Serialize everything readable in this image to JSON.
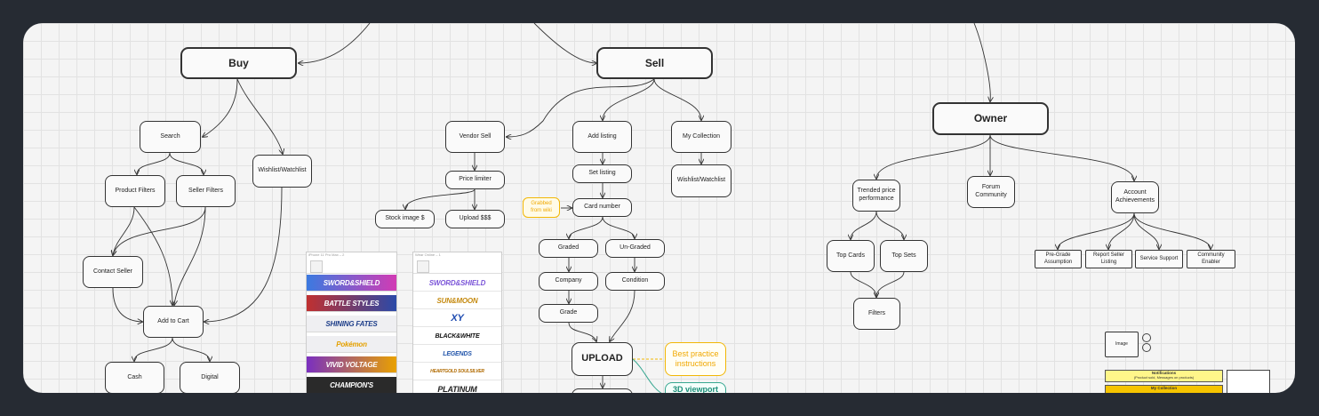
{
  "nodes": {
    "buy": "Buy",
    "sell": "Sell",
    "owner": "Owner",
    "search": "Search",
    "product_filters": "Product Filters",
    "seller_filters": "Seller Filters",
    "wishlist_buy": "Wishlist/Watchlist",
    "contact_seller": "Contact Seller",
    "add_to_cart": "Add to Cart",
    "cash": "Cash",
    "digital": "Digital",
    "vendor_sell": "Vendor Sell",
    "price_limiter": "Price limiter",
    "stock_image": "Stock image $",
    "upload_sss": "Upload $$$",
    "add_listing": "Add listing",
    "set_listing": "Set listing",
    "card_number": "Card number",
    "grabbed": "Grabbed from wiki",
    "graded": "Graded",
    "un_graded": "Un-Graded",
    "company": "Company",
    "condition": "Condition",
    "grade": "Grade",
    "upload": "UPLOAD",
    "best_practice": "Best practice instructions",
    "viewport_3d": "3D viewport",
    "my_collection": "My Collection",
    "wishlist_sell": "Wishlist/Watchlist",
    "trended": "Trended price performance",
    "forum": "Forum Community",
    "achievements": "Account Achievements",
    "top_cards": "Top Cards",
    "top_sets": "Top Sets",
    "filters": "Filters",
    "pre_grade": "Pre-Grade Assumption",
    "report_seller": "Report Seller Listing",
    "service_support": "Service Support",
    "community_enabler": "Community Enabler",
    "image": "Image"
  },
  "notifications": {
    "title": "Notifications",
    "subtitle": "(Product sold, Messages on products)",
    "second": "My Collection"
  },
  "phones": {
    "left_caption": "iPhone 11 Pro Max – 2",
    "right_caption": "Wear Online – 1",
    "left_sets": [
      "SWORD&SHIELD",
      "BATTLE STYLES",
      "SHINING FATES",
      "Pokémon",
      "VIVID VOLTAGE",
      "CHAMPION'S"
    ],
    "right_sets": [
      "SWORD&SHIELD",
      "SUN&MOON",
      "XY",
      "BLACK&WHITE",
      "LEGENDS",
      "HEARTGOLD SOULSILVER",
      "PLATINUM"
    ]
  },
  "colors": {
    "frame_bg": "#262b33",
    "canvas_bg": "#f4f4f4",
    "line": "#333333",
    "accent_yellow": "#f2b705",
    "accent_teal": "#37a791",
    "notification_yellow": "#fff68a"
  }
}
